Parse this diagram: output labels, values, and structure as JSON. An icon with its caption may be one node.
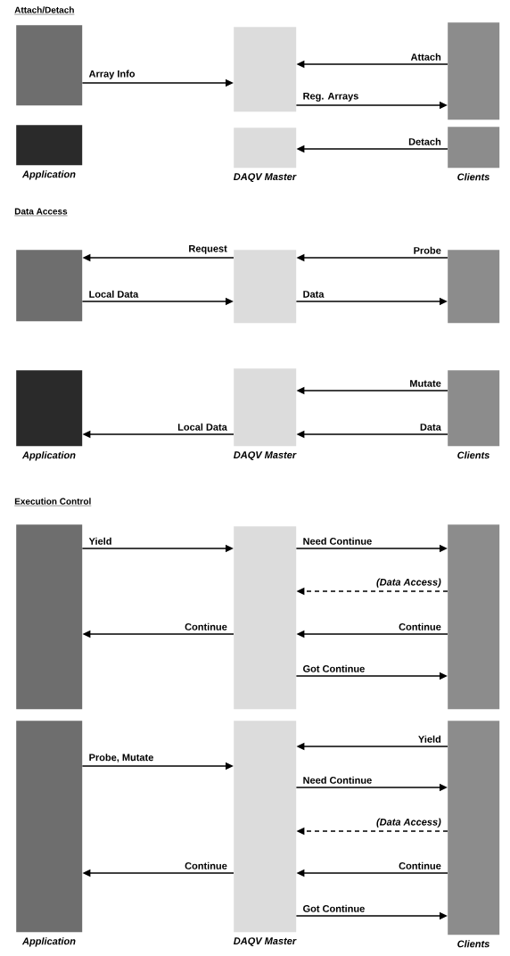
{
  "diagram": {
    "nodes": [
      {
        "text": [],
        "shape": "box"
      },
      {
        "text": [],
        "shape": "box"
      },
      {
        "text": [],
        "shape": "box"
      },
      {
        "text": [],
        "shape": "box",
        "beside": [
          "Application"
        ]
      },
      {
        "text": [],
        "shape": "box",
        "beside": [
          "DAQV Master"
        ]
      },
      {
        "text": [],
        "shape": "box",
        "beside": [
          "Clients"
        ]
      },
      {
        "text": [],
        "shape": "box"
      },
      {
        "text": [],
        "shape": "box"
      },
      {
        "text": [],
        "shape": "box"
      },
      {
        "text": [],
        "shape": "box",
        "beside": [
          "Application"
        ]
      },
      {
        "text": [],
        "shape": "box",
        "beside": [
          "DAQV Master"
        ]
      },
      {
        "text": [],
        "shape": "box",
        "beside": [
          "Clients"
        ]
      },
      {
        "text": [],
        "shape": "box"
      },
      {
        "text": [],
        "shape": "box"
      },
      {
        "text": [],
        "shape": "box"
      },
      {
        "text": [],
        "shape": "box",
        "beside": [
          "Application"
        ]
      },
      {
        "text": [],
        "shape": "box",
        "beside": [
          "DAQV Master"
        ]
      },
      {
        "text": [],
        "shape": "box",
        "beside": [
          "Clients"
        ]
      }
    ],
    "edges": [
      {
        "from": 0,
        "to": 1,
        "arrow": "to",
        "label": "Array Info"
      },
      {
        "from": 2,
        "to": 1,
        "arrow": "to",
        "label": "Attach"
      },
      {
        "from": 1,
        "to": 2,
        "arrow": "to",
        "label": "Reg. Arrays"
      },
      {
        "from": 5,
        "to": 4,
        "arrow": "to",
        "label": "Detach"
      },
      {
        "from": 7,
        "to": 6,
        "arrow": "to",
        "label": "Request"
      },
      {
        "from": 8,
        "to": 7,
        "arrow": "to",
        "label": "Probe"
      },
      {
        "from": 6,
        "to": 7,
        "arrow": "to",
        "label": "Local Data"
      },
      {
        "from": 7,
        "to": 8,
        "arrow": "to",
        "label": "Data"
      },
      {
        "from": 11,
        "to": 10,
        "arrow": "to",
        "label": "Mutate"
      },
      {
        "from": 11,
        "to": 10,
        "arrow": "to",
        "label": "Data"
      },
      {
        "from": 10,
        "to": 9,
        "arrow": "to",
        "label": "Local Data"
      },
      {
        "from": 12,
        "to": 13,
        "arrow": "to",
        "label": "Yield"
      },
      {
        "from": 13,
        "to": 14,
        "arrow": "to",
        "label": "Need Continue"
      },
      {
        "from": 14,
        "to": 13,
        "arrow": "to",
        "label": "(Data Access)",
        "style": "dashed"
      },
      {
        "from": 13,
        "to": 12,
        "arrow": "to",
        "label": "Continue"
      },
      {
        "from": 14,
        "to": 13,
        "arrow": "to",
        "label": "Continue"
      },
      {
        "from": 13,
        "to": 14,
        "arrow": "to",
        "label": "Got Continue"
      },
      {
        "from": 17,
        "to": 16,
        "arrow": "to",
        "label": "Yield"
      },
      {
        "from": 15,
        "to": 16,
        "arrow": "to",
        "label": "Probe, Mutate"
      },
      {
        "from": 16,
        "to": 17,
        "arrow": "to",
        "label": "Need Continue"
      },
      {
        "from": 17,
        "to": 16,
        "arrow": "to",
        "label": "(Data Access)",
        "style": "dashed"
      },
      {
        "from": 16,
        "to": 15,
        "arrow": "to",
        "label": "Continue"
      },
      {
        "from": 17,
        "to": 16,
        "arrow": "to",
        "label": "Continue"
      },
      {
        "from": 16,
        "to": 17,
        "arrow": "to",
        "label": "Got Continue"
      }
    ],
    "labels": [
      "Attach/Detach",
      "Data Access",
      "Execution Control"
    ]
  }
}
